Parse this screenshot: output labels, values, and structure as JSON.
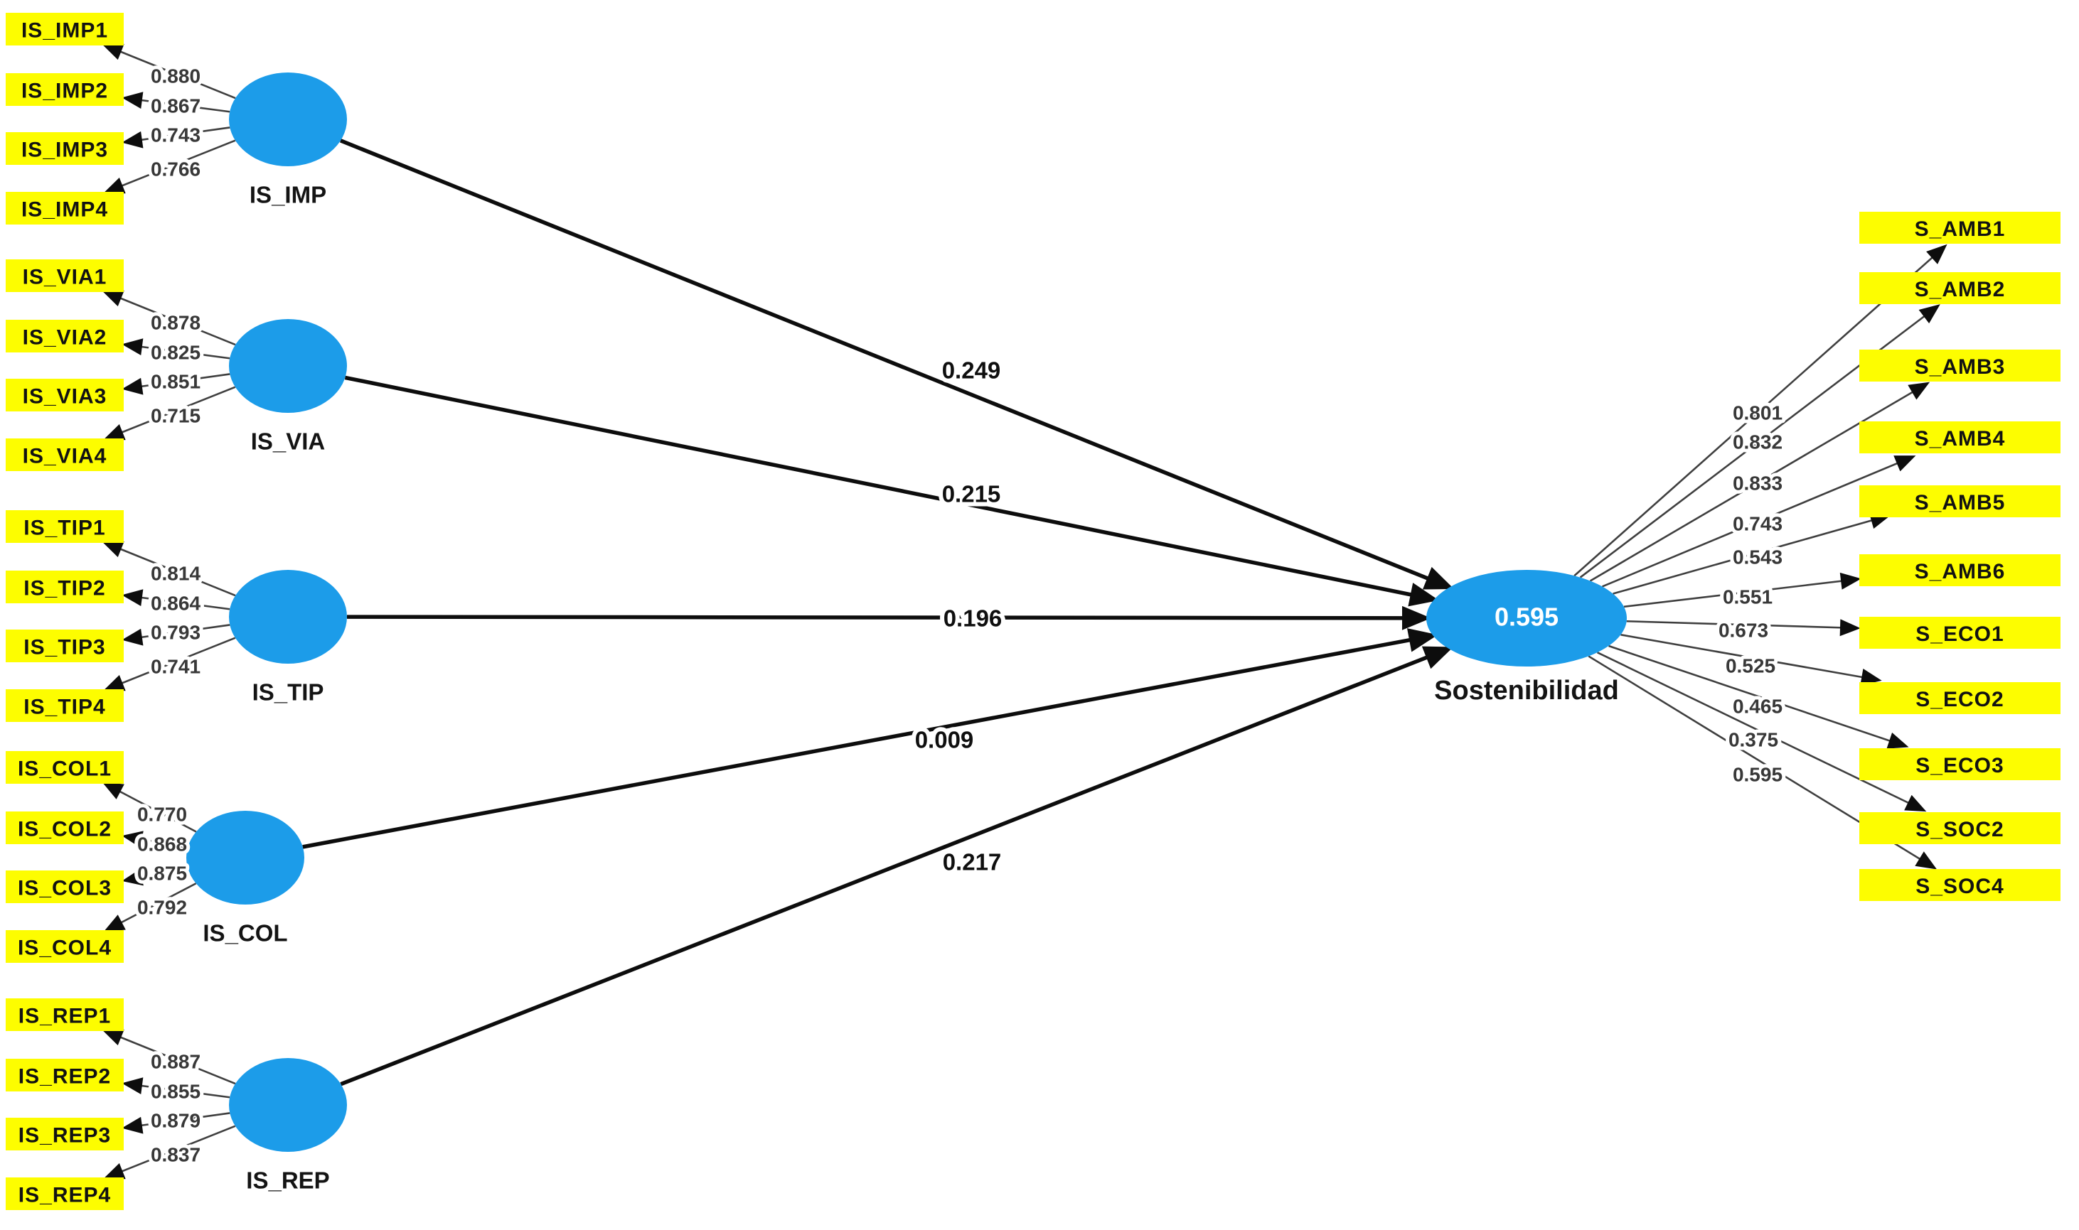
{
  "diagram": {
    "constructs": [
      {
        "name": "IS_IMP",
        "path_coefficient": "0.249",
        "indicators": [
          {
            "label": "IS_IMP1",
            "loading": "0.880"
          },
          {
            "label": "IS_IMP2",
            "loading": "0.867"
          },
          {
            "label": "IS_IMP3",
            "loading": "0.743"
          },
          {
            "label": "IS_IMP4",
            "loading": "0.766"
          }
        ]
      },
      {
        "name": "IS_VIA",
        "path_coefficient": "0.215",
        "indicators": [
          {
            "label": "IS_VIA1",
            "loading": "0.878"
          },
          {
            "label": "IS_VIA2",
            "loading": "0.825"
          },
          {
            "label": "IS_VIA3",
            "loading": "0.851"
          },
          {
            "label": "IS_VIA4",
            "loading": "0.715"
          }
        ]
      },
      {
        "name": "IS_TIP",
        "path_coefficient": "0.196",
        "indicators": [
          {
            "label": "IS_TIP1",
            "loading": "0.814"
          },
          {
            "label": "IS_TIP2",
            "loading": "0.864"
          },
          {
            "label": "IS_TIP3",
            "loading": "0.793"
          },
          {
            "label": "IS_TIP4",
            "loading": "0.741"
          }
        ]
      },
      {
        "name": "IS_COL",
        "path_coefficient": "0.009",
        "indicators": [
          {
            "label": "IS_COL1",
            "loading": "0.770"
          },
          {
            "label": "IS_COL2",
            "loading": "0.868"
          },
          {
            "label": "IS_COL3",
            "loading": "0.875"
          },
          {
            "label": "IS_COL4",
            "loading": "0.792"
          }
        ]
      },
      {
        "name": "IS_REP",
        "path_coefficient": "0.217",
        "indicators": [
          {
            "label": "IS_REP1",
            "loading": "0.887"
          },
          {
            "label": "IS_REP2",
            "loading": "0.855"
          },
          {
            "label": "IS_REP3",
            "loading": "0.879"
          },
          {
            "label": "IS_REP4",
            "loading": "0.837"
          }
        ]
      }
    ],
    "outcome": {
      "name": "Sostenibilidad",
      "r_squared": "0.595",
      "indicators": [
        {
          "label": "S_AMB1",
          "loading": "0.801"
        },
        {
          "label": "S_AMB2",
          "loading": "0.832"
        },
        {
          "label": "S_AMB3",
          "loading": "0.833"
        },
        {
          "label": "S_AMB4",
          "loading": "0.743"
        },
        {
          "label": "S_AMB5",
          "loading": "0.543"
        },
        {
          "label": "S_AMB6",
          "loading": "0.551"
        },
        {
          "label": "S_ECO1",
          "loading": "0.673"
        },
        {
          "label": "S_ECO2",
          "loading": "0.525"
        },
        {
          "label": "S_ECO3",
          "loading": "0.465"
        },
        {
          "label": "S_SOC2",
          "loading": "0.375"
        },
        {
          "label": "S_SOC4",
          "loading": "0.595"
        }
      ]
    },
    "colors": {
      "indicator_fill": "#FDFD00",
      "construct_fill": "#1C9CE9",
      "loading_line": "#3F3F3F",
      "structural_line": "#0D0D0D",
      "loading_text": "#383838",
      "path_text": "#0F0F0F",
      "box_text": "#121212",
      "name_text": "#141414",
      "r2_text": "#FFFFFF"
    }
  }
}
